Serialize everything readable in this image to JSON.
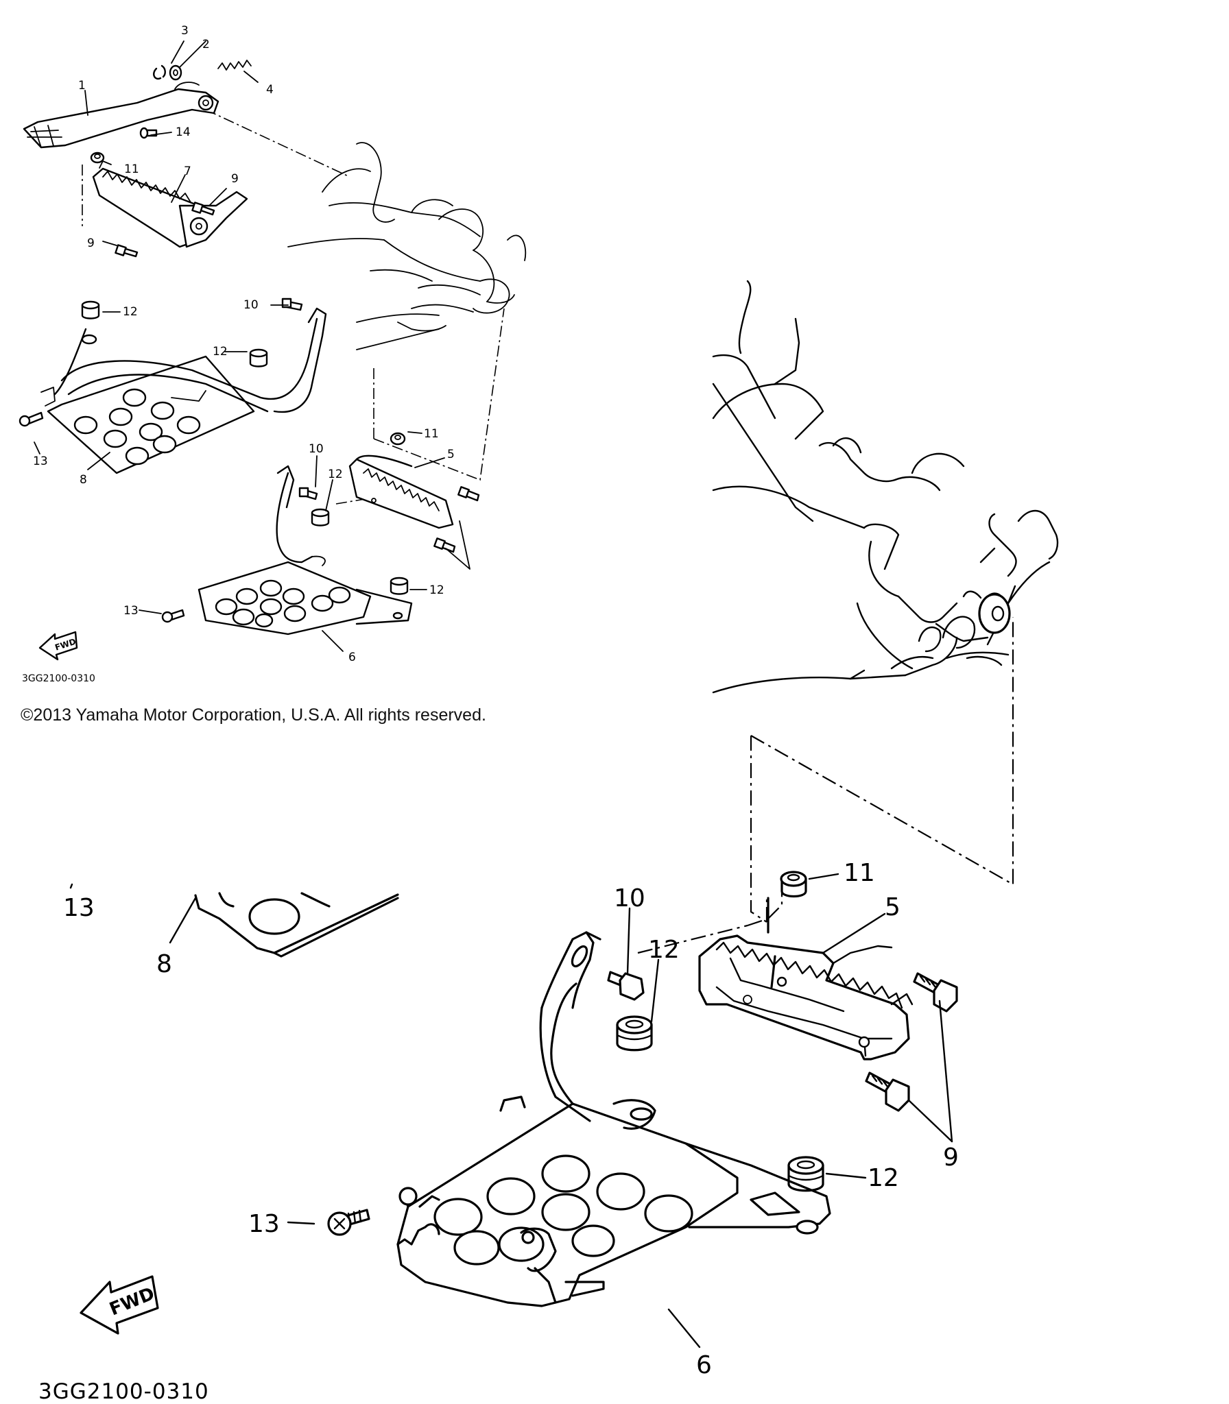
{
  "overview": {
    "callouts": [
      "1",
      "2",
      "3",
      "4",
      "5",
      "6",
      "7",
      "8",
      "9",
      "9",
      "10",
      "10",
      "11",
      "11",
      "12",
      "12",
      "12",
      "12",
      "13",
      "13",
      "14"
    ],
    "drawing_code": "3GG2100-0310",
    "fwd_label": "FWD"
  },
  "copyright": "©2013 Yamaha Motor Corporation, U.S.A. All rights reserved.",
  "detail": {
    "callouts": [
      "5",
      "6",
      "8",
      "9",
      "10",
      "11",
      "12",
      "12",
      "13",
      "13"
    ],
    "drawing_code": "3GG2100-0310",
    "fwd_label": "FWD"
  }
}
